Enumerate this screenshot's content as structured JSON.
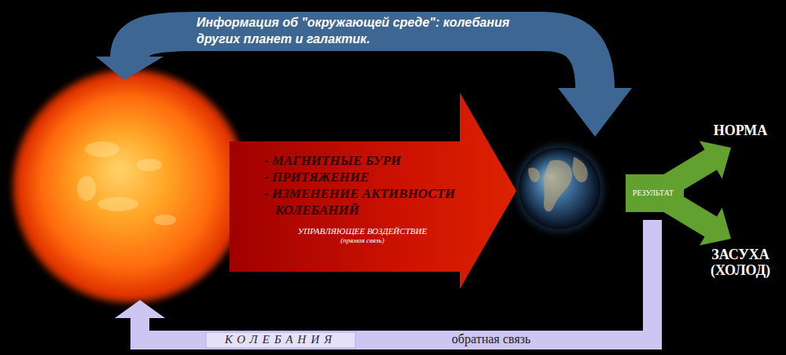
{
  "diagram": {
    "nodes": [
      {
        "text": [
          "Информация об \"окружающей среде\": колебания других планет и галактик."
        ]
      },
      {
        "text": [
          "- МАГНИТНЫЕ БУРИ",
          "- ПРИТЯЖЕНИЕ",
          "- ИЗМЕНЕНИЕ АКТИВНОСТИ КОЛЕБАНИЙ",
          "УПРАВЛЯЮЩЕЕ ВОЗДЕЙСТВИЕ",
          "(прямая связь)"
        ]
      },
      {
        "text": [
          "РЕЗУЛЬТАТ"
        ]
      },
      {
        "text": [
          "КОЛЕБАНИЯ",
          "обратная связь"
        ]
      }
    ],
    "labels": [
      "НОРМА",
      "ЗАСУХА (ХОЛОД)"
    ]
  }
}
